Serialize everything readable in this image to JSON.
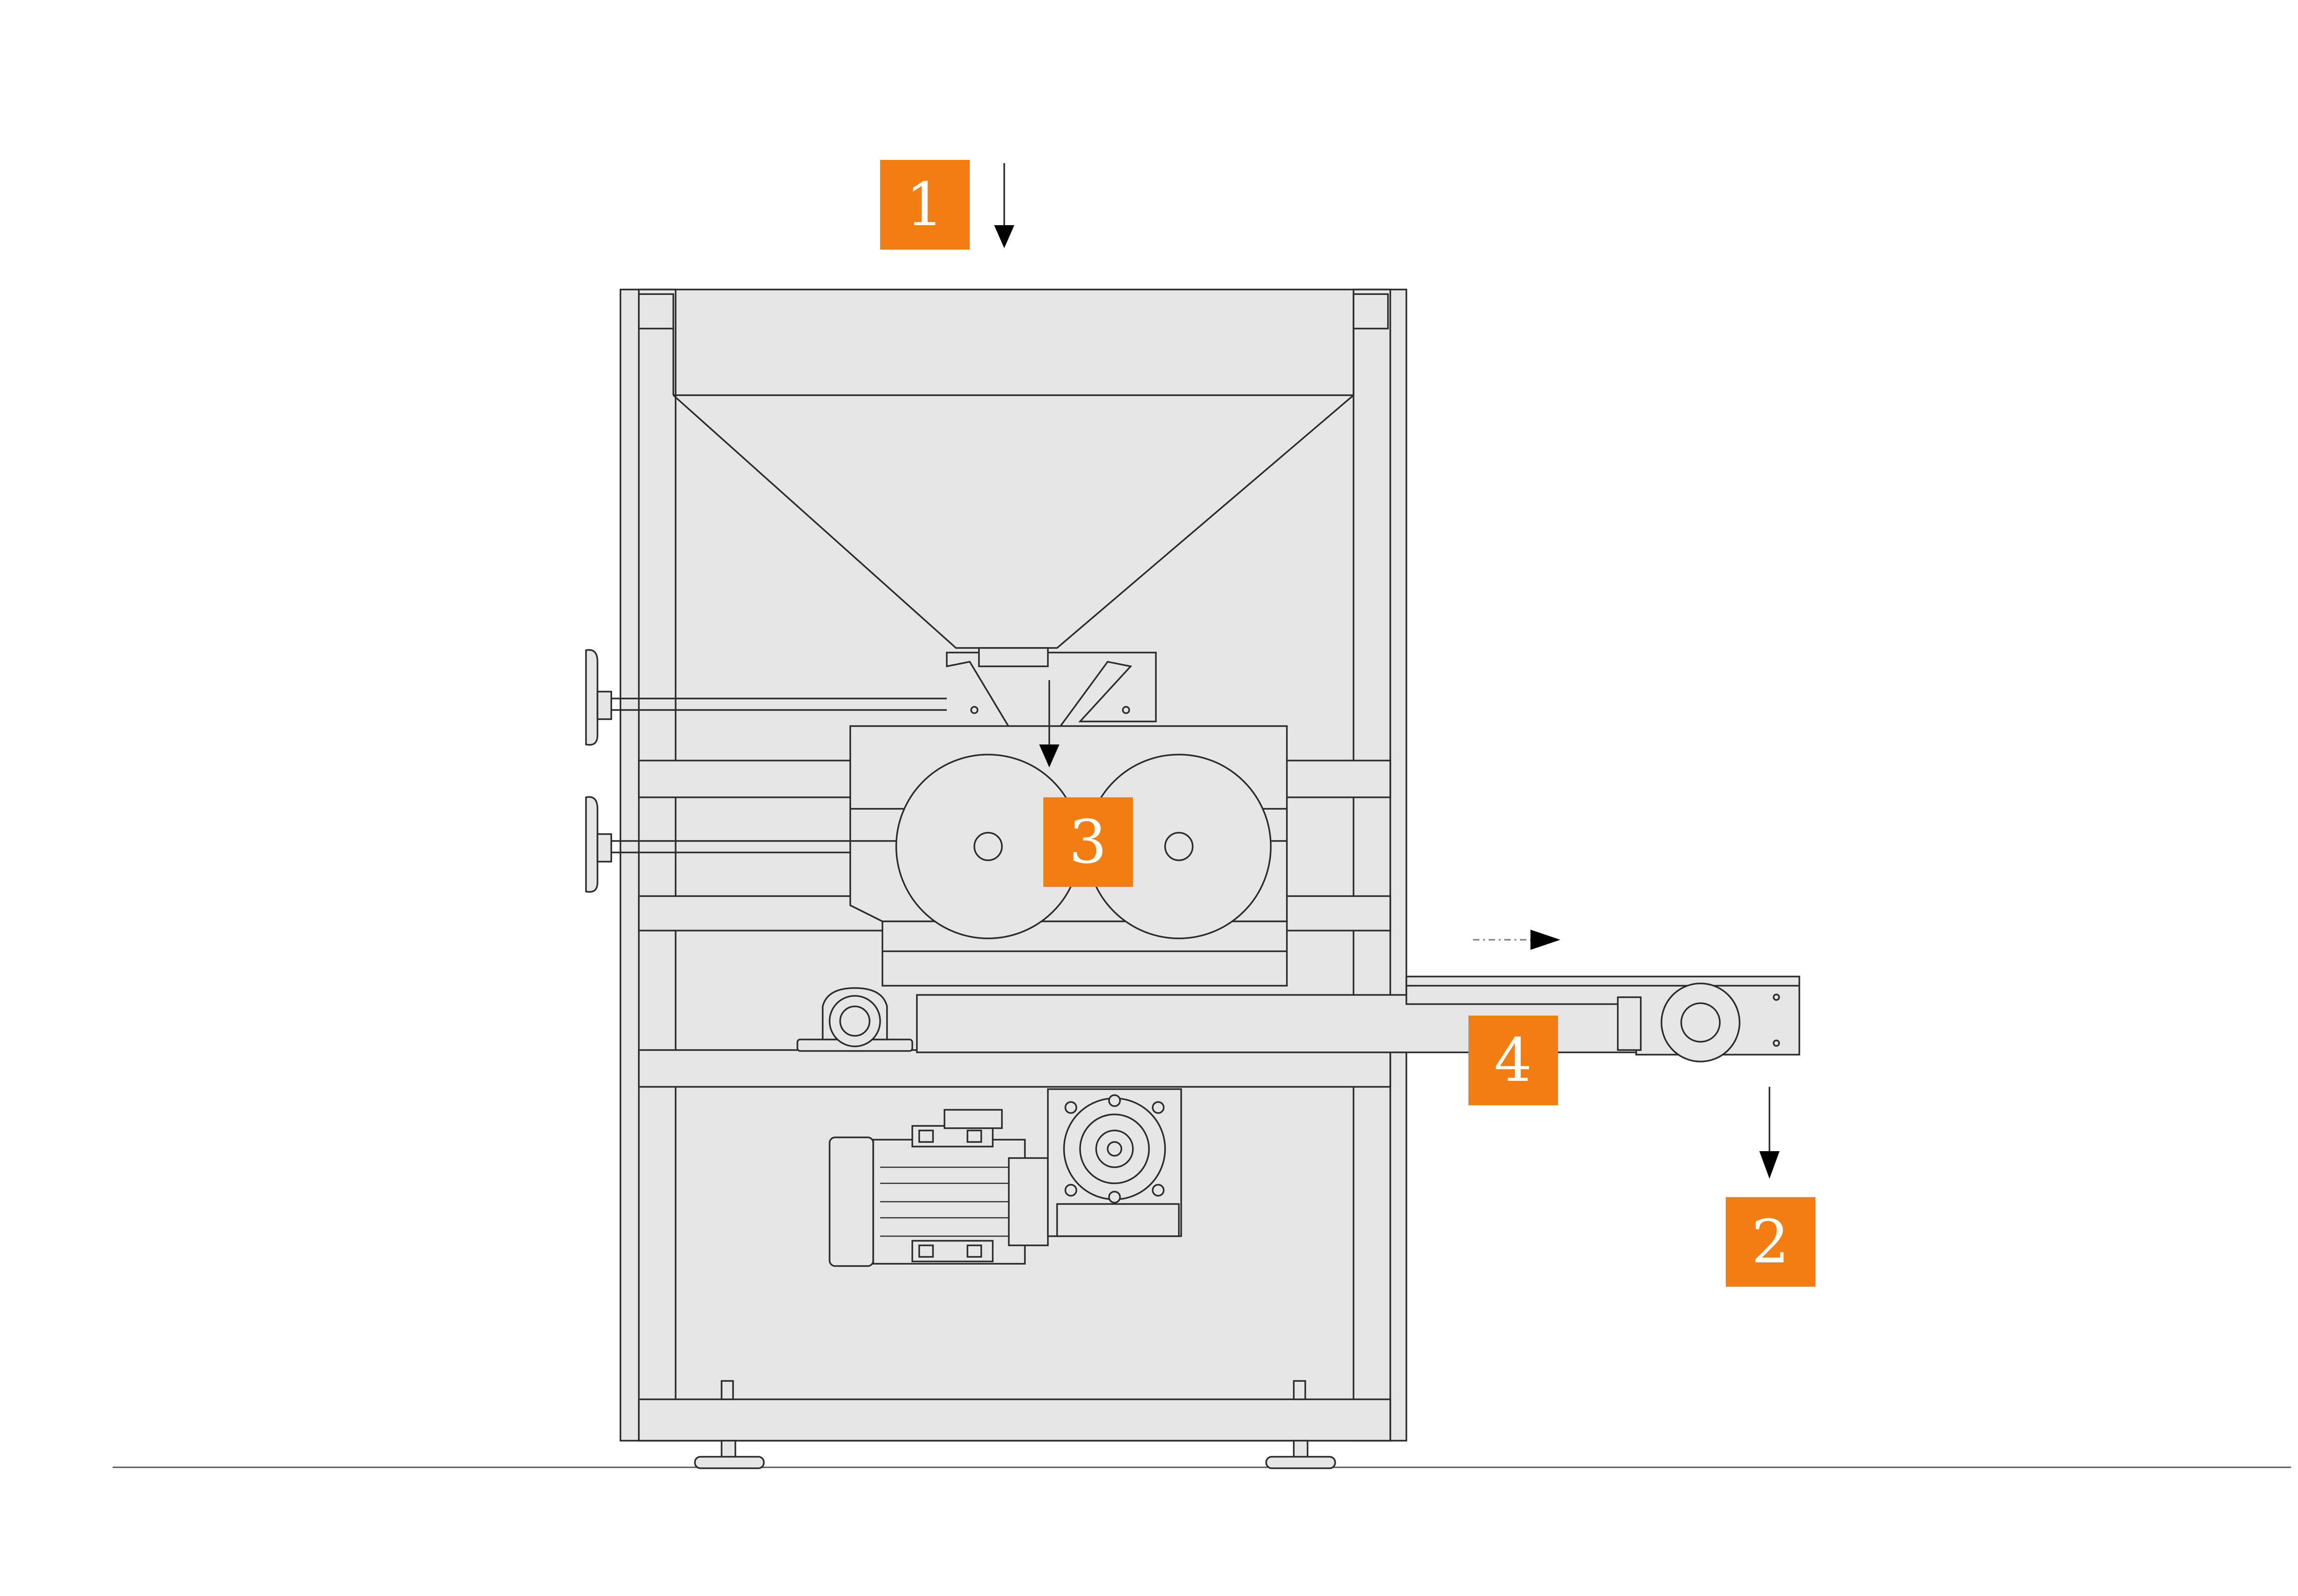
{
  "colors": {
    "badge": "#f27e12",
    "machine_fill": "#e6e6e6",
    "line": "#2b2b2b",
    "background": "#ffffff"
  },
  "callouts": [
    {
      "id": "inlet",
      "label": "1"
    },
    {
      "id": "outlet",
      "label": "2"
    },
    {
      "id": "rollers",
      "label": "3"
    },
    {
      "id": "conveyor",
      "label": "4"
    }
  ]
}
